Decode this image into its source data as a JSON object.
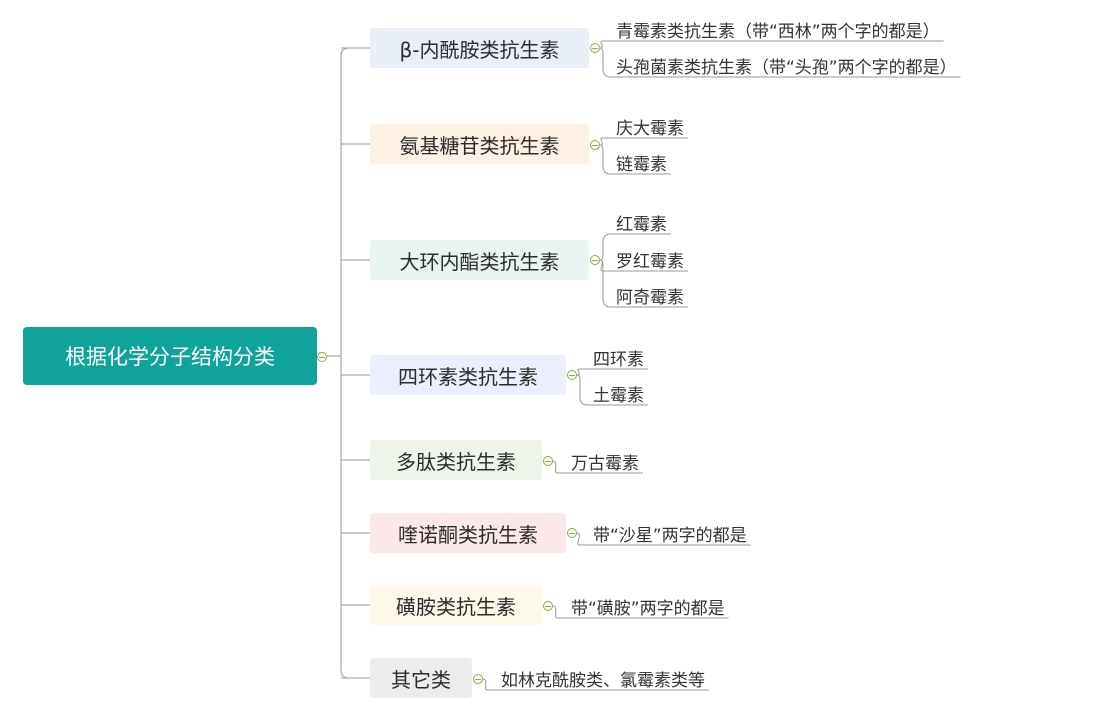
{
  "colors": {
    "root_bg": "#10a39a",
    "line": "#9a9a9a",
    "toggle": "#7fb33a",
    "branch_bg": [
      "#e9eff7",
      "#fdf0e4",
      "#e7f4f2",
      "#ebeefc",
      "#eef4ea",
      "#fbe9e9",
      "#fdf8ea",
      "#ececec"
    ]
  },
  "root": {
    "label": "根据化学分子结构分类"
  },
  "branches": [
    {
      "label": "β-内酰胺类抗生素",
      "leaves": [
        "青霉素类抗生素（带“西林”两个字的都是）",
        "头孢菌素类抗生素（带“头孢”两个字的都是）"
      ]
    },
    {
      "label": "氨基糖苷类抗生素",
      "leaves": [
        "庆大霉素",
        "链霉素"
      ]
    },
    {
      "label": "大环内酯类抗生素",
      "leaves": [
        "红霉素",
        "罗红霉素",
        "阿奇霉素"
      ]
    },
    {
      "label": "四环素类抗生素",
      "leaves": [
        "四环素",
        "土霉素"
      ]
    },
    {
      "label": "多肽类抗生素",
      "leaves": [
        "万古霉素"
      ]
    },
    {
      "label": "喹诺酮类抗生素",
      "leaves": [
        "带“沙星”两字的都是"
      ]
    },
    {
      "label": "磺胺类抗生素",
      "leaves": [
        "带“磺胺”两字的都是"
      ]
    },
    {
      "label": "其它类",
      "leaves": [
        "如林克酰胺类、氯霉素类等"
      ]
    }
  ]
}
